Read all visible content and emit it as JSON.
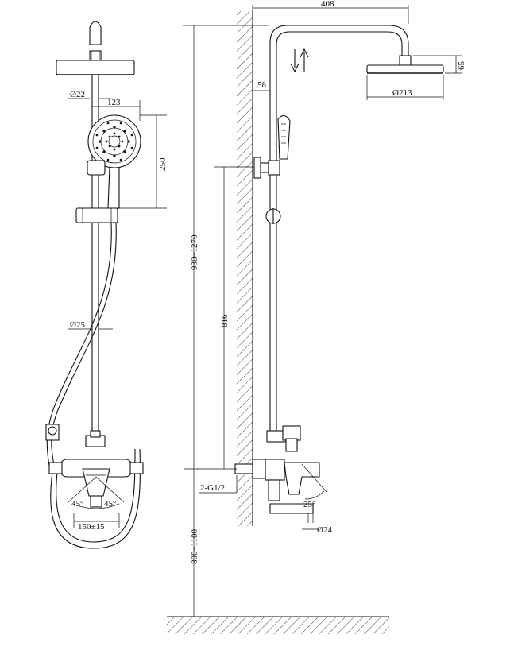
{
  "dimensions": {
    "head_diameter_front": "Ø22",
    "handheld_width": "123",
    "handheld_height": "250",
    "rail_diameter": "Ø25",
    "angle_left": "45°",
    "angle_right": "45°",
    "inlet_spacing": "150±15",
    "arm_length": "408",
    "head_height": "65",
    "head_diameter": "Ø213",
    "arm_offset": "58",
    "total_height": "930~1270",
    "rail_height": "816",
    "inlet_thread": "2-G1/2",
    "spout_angle": "25°",
    "spout_diameter": "Ø24",
    "mount_height": "800~1100"
  }
}
